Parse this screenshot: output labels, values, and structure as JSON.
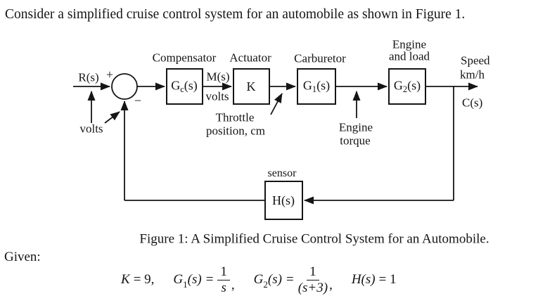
{
  "colors": {
    "ink": "#151515",
    "background": "#ffffff"
  },
  "intro": "Consider a simplified cruise control system for an automobile as shown in Figure 1.",
  "figure": {
    "caption": "Figure 1: A Simplified Cruise Control System for an Automobile."
  },
  "diagram": {
    "input": {
      "signal": "R(s)",
      "plus": "+",
      "minus": "−",
      "volts": "volts"
    },
    "blocks": {
      "compensator": {
        "title": "Compensator",
        "g": "G",
        "sub": "c",
        "args": "(s)"
      },
      "actuator": {
        "title": "Actuator",
        "label": "K"
      },
      "carburetor": {
        "title": "Carburetor",
        "g": "G",
        "sub": "1",
        "args": "(s)"
      },
      "engine_load": {
        "title1": "Engine",
        "title2": "and load",
        "g": "G",
        "sub": "2",
        "args": "(s)"
      },
      "sensor": {
        "title": "sensor",
        "label": "H(s)"
      }
    },
    "signals": {
      "m_name": "M(s)",
      "m_unit": "volts",
      "throttle1": "Throttle",
      "throttle2": "position, cm",
      "torque1": "Engine",
      "torque2": "torque",
      "speed1": "Speed",
      "speed2": "km/h",
      "output": "C(s)"
    }
  },
  "given": {
    "label": "Given:",
    "eq1": {
      "var": "K",
      "rest": "= 9,"
    },
    "eq2": {
      "var": "G",
      "sub": "1",
      "args": "(s)",
      "eq": "=",
      "num": "1",
      "den": "s",
      "post": ","
    },
    "eq3": {
      "var": "G",
      "sub": "2",
      "args": "(s)",
      "eq": "=",
      "num": "1",
      "den": "(s+3)",
      "post": ","
    },
    "eq4": {
      "var": "H",
      "args": "(s)",
      "rest": "= 1"
    }
  }
}
